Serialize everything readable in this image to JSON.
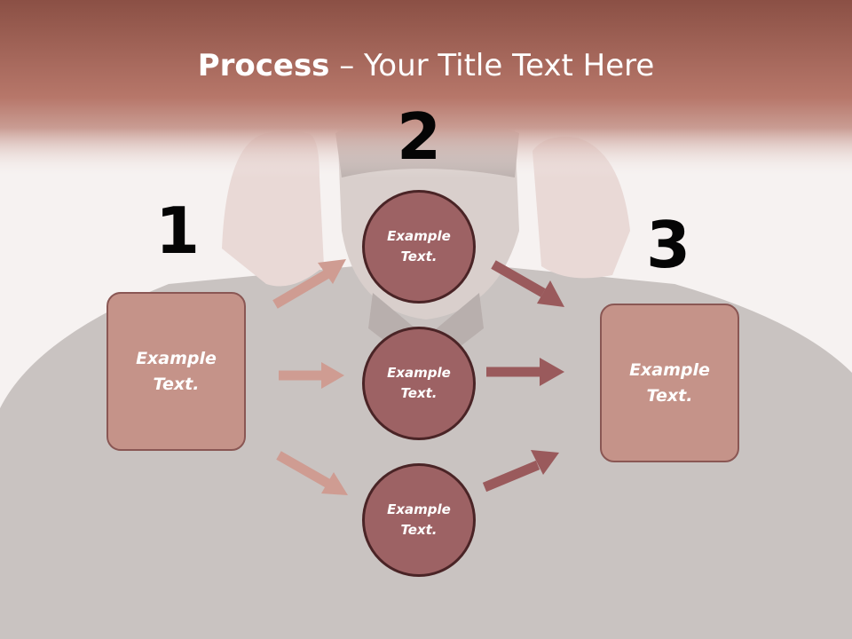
{
  "slide": {
    "title_bold": "Process",
    "title_rest": " – Your Title Text Here"
  },
  "steps": {
    "step1_number": "1",
    "step2_number": "2",
    "step3_number": "3"
  },
  "left_box": {
    "line1": "Example",
    "line2": "Text."
  },
  "circles": [
    {
      "line1": "Example",
      "line2": "Text."
    },
    {
      "line1": "Example",
      "line2": "Text."
    },
    {
      "line1": "Example",
      "line2": "Text."
    }
  ],
  "right_box": {
    "line1": "Example",
    "line2": "Text."
  },
  "colors": {
    "header_band": "#a86557",
    "box_fill": "#c59389",
    "circle_fill": "#9d6264",
    "arrow_light": "#cf9c92",
    "arrow_dark": "#9a5a5c"
  }
}
